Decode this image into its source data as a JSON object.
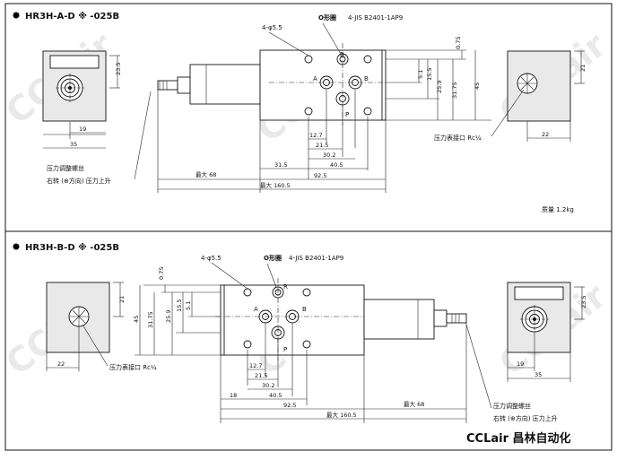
{
  "models": [
    {
      "title": "HR3H-A-D ※ -025B",
      "holes_label": "4-φ5.5",
      "oring_label": "O形圈",
      "oring_spec": "4-JIS B2401-1AP9",
      "port_labels": [
        "B",
        "A",
        "B",
        "P"
      ],
      "dims_right": [
        "0.75",
        "5.1",
        "15.5",
        "25.9",
        "31.75",
        "45"
      ],
      "dims_bottom": [
        "12.7",
        "21.5",
        "30.2",
        "40.5",
        "31.5",
        "92.5"
      ],
      "dims_overall": [
        "最大 68",
        "最大 160.5"
      ],
      "left_view_dims": [
        "23.5",
        "19",
        "35"
      ],
      "right_view_dims": [
        "21",
        "22"
      ],
      "gauge_port": "压力表接口 Rc¼",
      "adj_screw": "压力调整螺丝",
      "rotate_note": "右转 (⊕方向) 压力上升"
    },
    {
      "title": "HR3H-B-D ※ -025B",
      "holes_label": "4-φ5.5",
      "oring_label": "O形圈",
      "oring_spec": "4-JIS B2401-1AP9",
      "port_labels": [
        "R",
        "A",
        "B",
        "P"
      ],
      "dims_left": [
        "0.75",
        "5.1",
        "15.5",
        "25.9",
        "31.75",
        "45"
      ],
      "dims_bottom": [
        "12.7",
        "21.5",
        "30.2",
        "40.5",
        "18",
        "92.5"
      ],
      "dims_overall": [
        "最大 68",
        "最大 160.5"
      ],
      "left_view_dims": [
        "21",
        "22"
      ],
      "right_view_dims": [
        "23.5",
        "19",
        "35"
      ],
      "gauge_port": "压力表接口 Rc¼",
      "adj_screw": "压力调整螺丝",
      "rotate_note": "右转 (⊕方向) 压力上升"
    }
  ],
  "mass": "质量  1.2kg",
  "watermark": "CCLair",
  "brand": "CCLair 昌林自动化"
}
